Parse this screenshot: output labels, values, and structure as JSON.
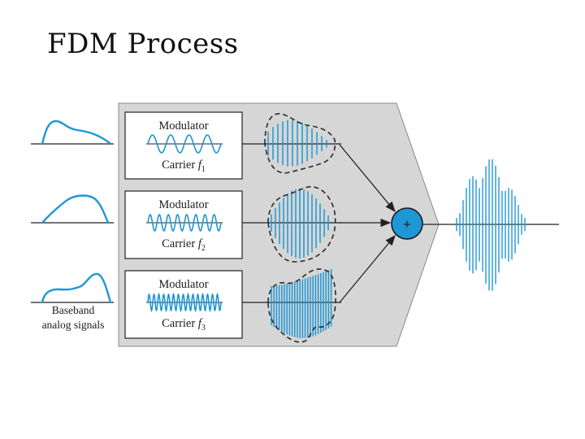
{
  "title": "FDM Process",
  "colors": {
    "accent": "#1f97d4",
    "panel": "#d6d6d6",
    "panel_border": "#8a8a8a",
    "line": "#222222"
  },
  "modulators": [
    {
      "label": "Modulator",
      "carrier_label": "Carrier ",
      "carrier_symbol": "f",
      "carrier_subscript": "1"
    },
    {
      "label": "Modulator",
      "carrier_label": "Carrier ",
      "carrier_symbol": "f",
      "carrier_subscript": "2"
    },
    {
      "label": "Modulator",
      "carrier_label": "Carrier ",
      "carrier_symbol": "f",
      "carrier_subscript": "3"
    }
  ],
  "baseband_caption": [
    "Baseband",
    "analog signals"
  ],
  "summer_symbol": "+"
}
